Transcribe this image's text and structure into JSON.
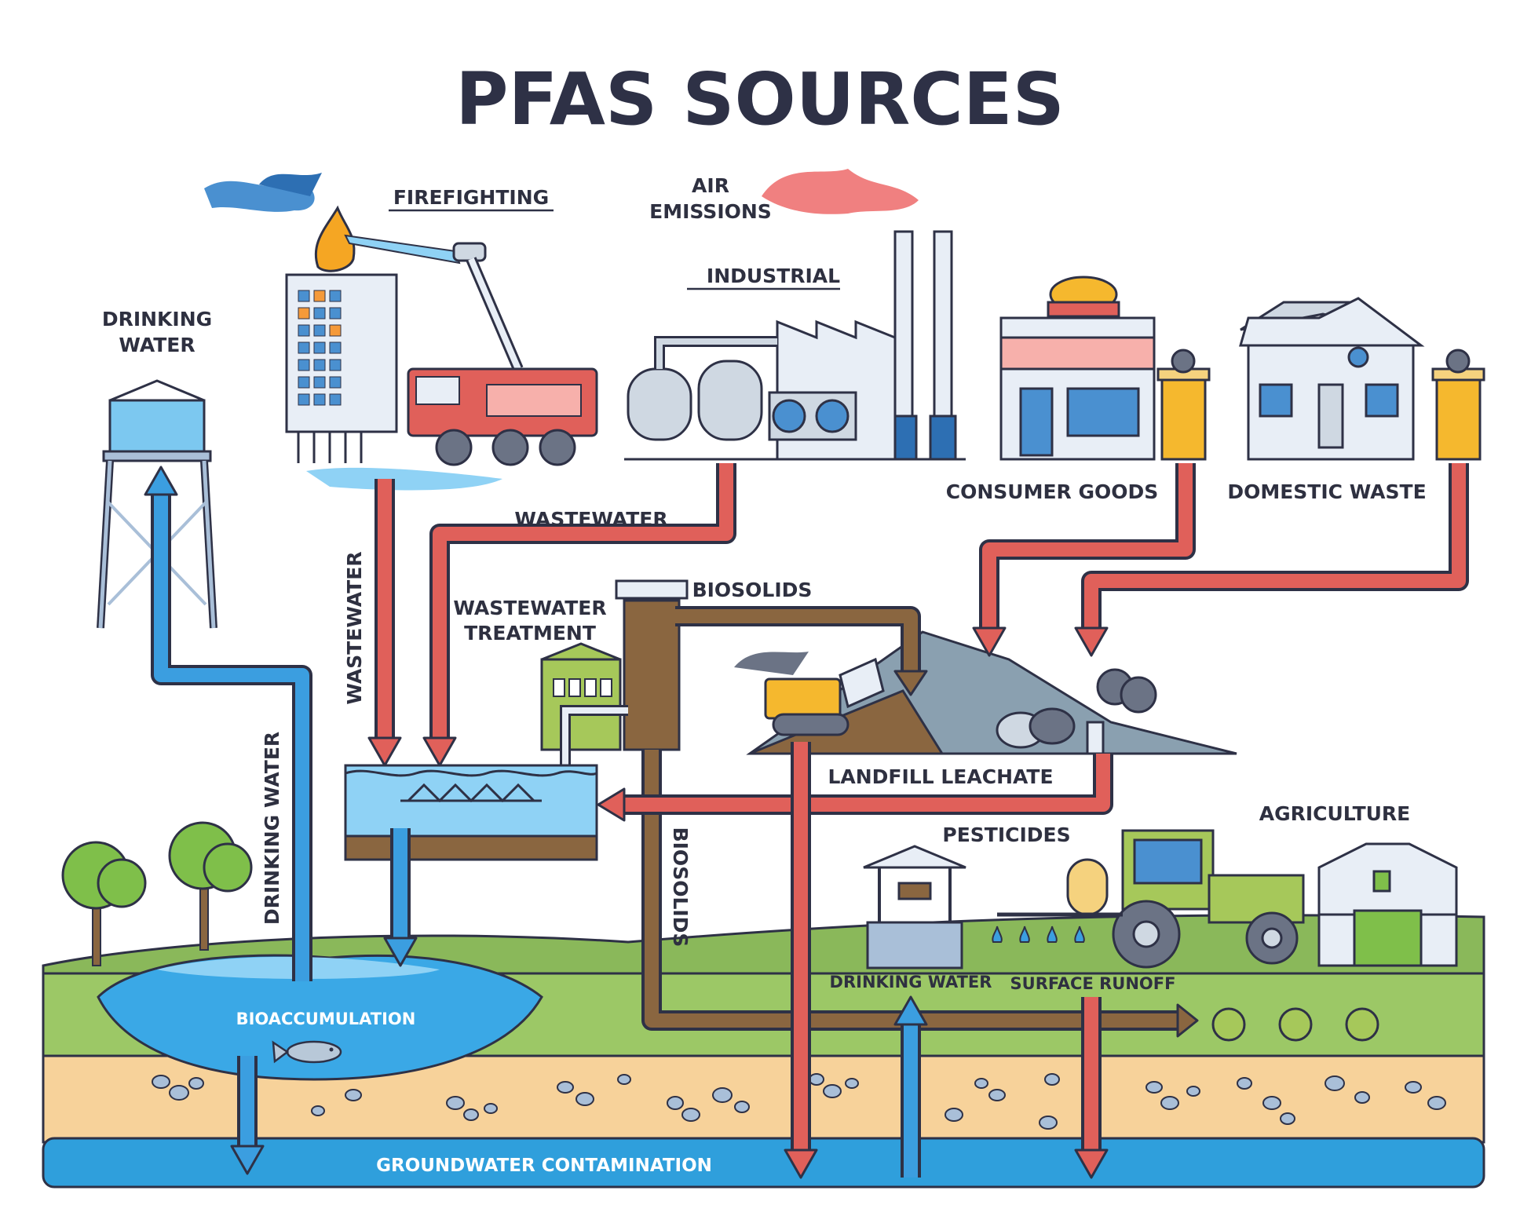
{
  "title": "PFAS SOURCES",
  "labels": {
    "firefighting": "FIREFIGHTING",
    "air_emissions_1": "AIR",
    "air_emissions_2": "EMISSIONS",
    "industrial": "INDUSTRIAL",
    "drinking_water_tower_1": "DRINKING",
    "drinking_water_tower_2": "WATER",
    "consumer_goods": "CONSUMER GOODS",
    "domestic_waste": "DOMESTIC WASTE",
    "wastewater_top": "WASTEWATER",
    "wastewater_vertical": "WASTEWATER",
    "wastewater_treatment_1": "WASTEWATER",
    "wastewater_treatment_2": "TREATMENT",
    "biosolids_top": "BIOSOLIDS",
    "biosolids_vertical": "BIOSOLIDS",
    "drinking_water_vertical": "DRINKING WATER",
    "landfill_leachate": "LANDFILL LEACHATE",
    "pesticides": "PESTICIDES",
    "agriculture": "AGRICULTURE",
    "drinking_water_well": "DRINKING WATER",
    "surface_runoff": "SURFACE RUNOFF",
    "bioaccumulation": "BIOACCUMULATION",
    "groundwater_contamination": "GROUNDWATER CONTAMINATION"
  },
  "colors": {
    "flow_red": "#e0605a",
    "flow_blue": "#3b9ee0",
    "flow_brown": "#8a6640",
    "outline": "#2e3146",
    "grass": "#8ab85a",
    "soil": "#f7d29a",
    "groundwater": "#2f9fdc"
  },
  "icons": [
    "fire-truck-icon",
    "burning-building-icon",
    "factory-icon",
    "water-tower-icon",
    "shop-icon",
    "house-icon",
    "trash-bin-icon",
    "landfill-icon",
    "bulldozer-icon",
    "tractor-icon",
    "barn-icon",
    "well-icon",
    "fish-icon",
    "tree-icon",
    "cabbage-icon"
  ]
}
